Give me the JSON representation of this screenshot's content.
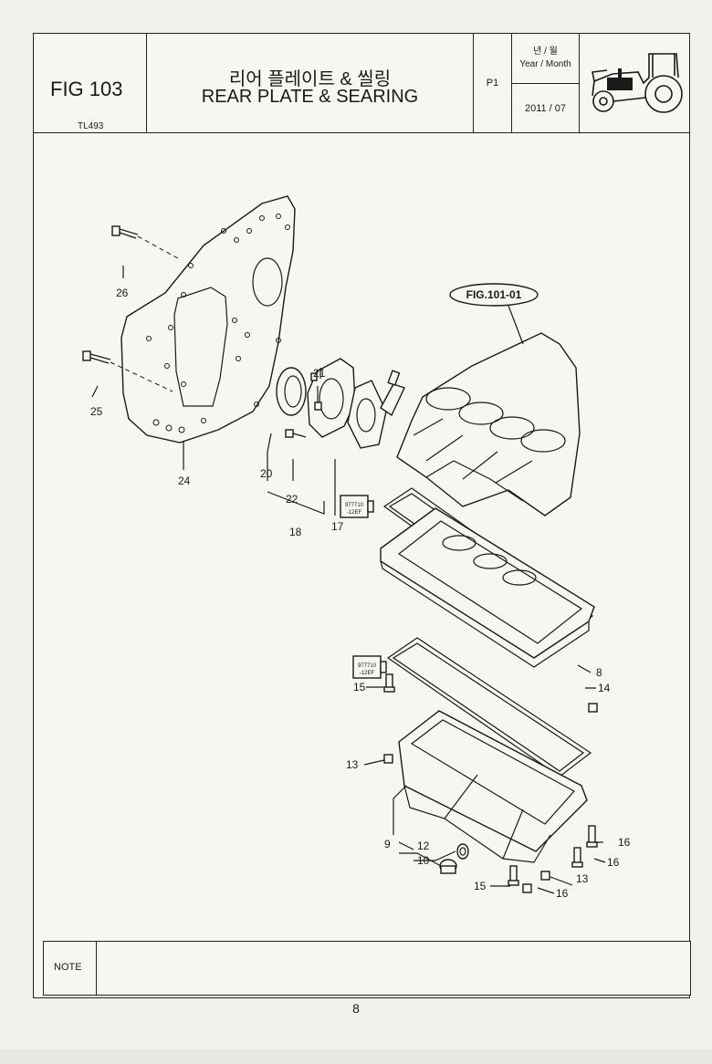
{
  "header": {
    "fig_number": "FIG 103",
    "model_code": "TL493",
    "title_korean": "리어 플레이트 & 씰링",
    "title_english": "REAR PLATE & SEARING",
    "page_code": "P1",
    "year_month_korean": "년 / 월",
    "year_month_english": "Year / Month",
    "year_month_value": "2011 / 07",
    "illustration_icon": "tractor-icon"
  },
  "diagram": {
    "reference_label": "FIG.101-01",
    "part_numbers": {
      "p8": "8",
      "p9": "9",
      "p10": "10",
      "p12": "12",
      "p13a": "13",
      "p13b": "13",
      "p14": "14",
      "p15a": "15",
      "p15b": "15",
      "p16a": "16",
      "p16b": "16",
      "p16c": "16",
      "p17": "17",
      "p18": "18",
      "p20": "20",
      "p21": "21",
      "p22": "22",
      "p24": "24",
      "p25": "25",
      "p26": "26"
    }
  },
  "note": {
    "label": "NOTE",
    "content": ""
  },
  "footer": {
    "page_number": "8"
  }
}
